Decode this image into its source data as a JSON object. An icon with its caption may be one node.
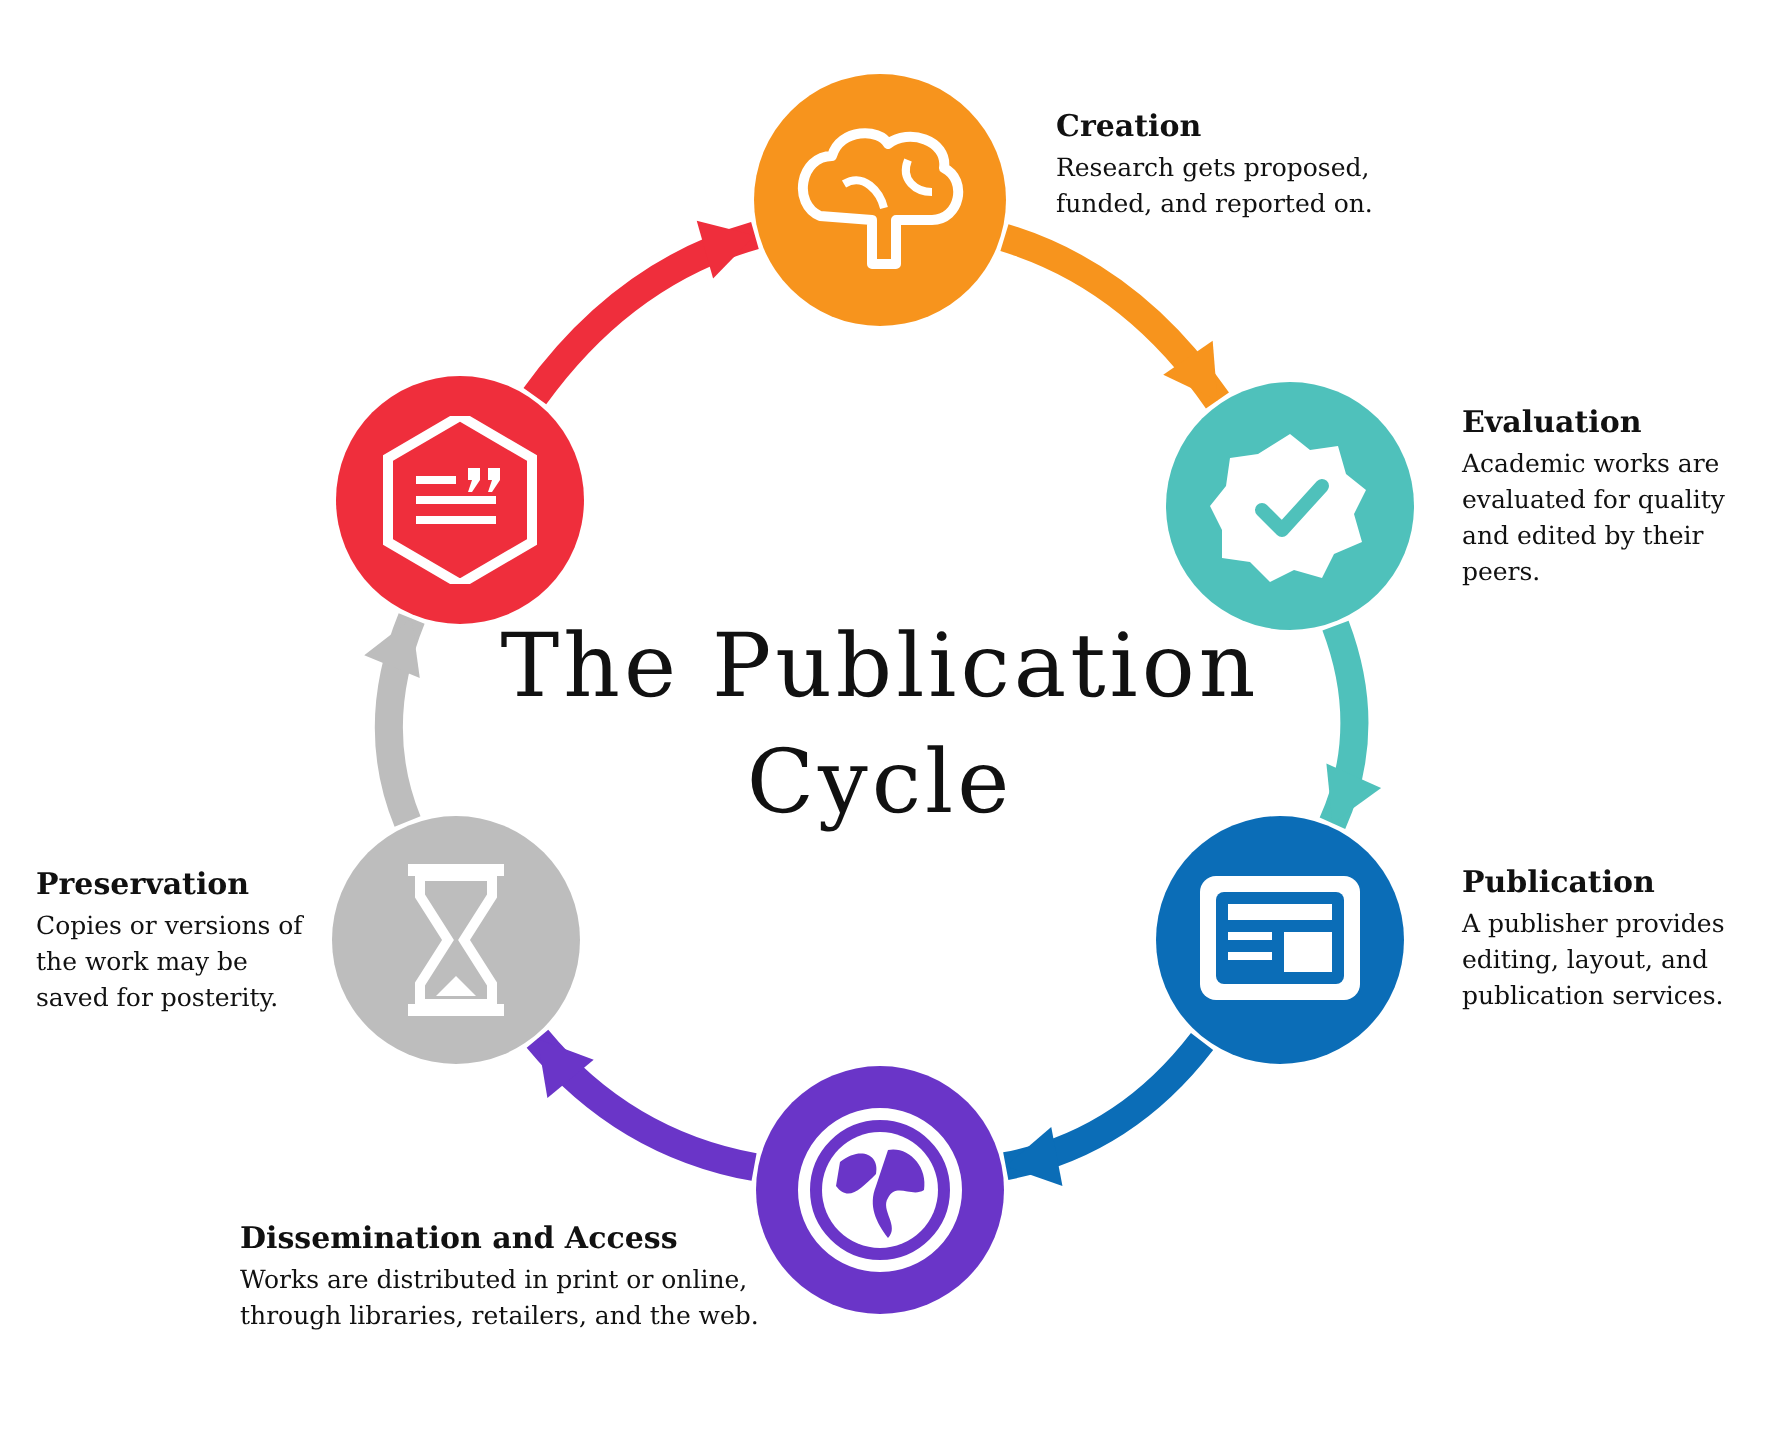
{
  "diagram": {
    "title": "The Publication Cycle",
    "nodes": [
      {
        "text": [],
        "shape": "circle",
        "beside": [
          "Creation",
          "Research gets proposed, funded, and reported on."
        ]
      },
      {
        "text": [],
        "shape": "circle",
        "beside": [
          "Evaluation",
          "Academic works are evaluated for quality and edited by their peers."
        ]
      },
      {
        "text": [],
        "shape": "circle",
        "beside": [
          "Publication",
          "A publisher provides editing, layout, and publication services."
        ]
      },
      {
        "text": [],
        "shape": "circle",
        "beside": [
          "Dissemination and Access",
          "Works are distributed in print or online, through libraries, retailers, and the web."
        ]
      },
      {
        "text": [],
        "shape": "circle",
        "beside": [
          "Preservation",
          "Copies or versions of the work may be saved for posterity."
        ]
      },
      {
        "text": [],
        "shape": "circle"
      }
    ],
    "edges": [
      {
        "from": 0,
        "to": 1,
        "arrow": "to",
        "color": "#f7941d"
      },
      {
        "from": 1,
        "to": 2,
        "arrow": "to",
        "color": "#4fc1bb"
      },
      {
        "from": 2,
        "to": 3,
        "arrow": "to",
        "color": "#0b6db7"
      },
      {
        "from": 3,
        "to": 4,
        "arrow": "to",
        "color": "#6a35c8"
      },
      {
        "from": 4,
        "to": 5,
        "arrow": "to",
        "color": "#bdbdbd"
      },
      {
        "from": 5,
        "to": 0,
        "arrow": "to",
        "color": "#ef2e3c"
      }
    ]
  }
}
